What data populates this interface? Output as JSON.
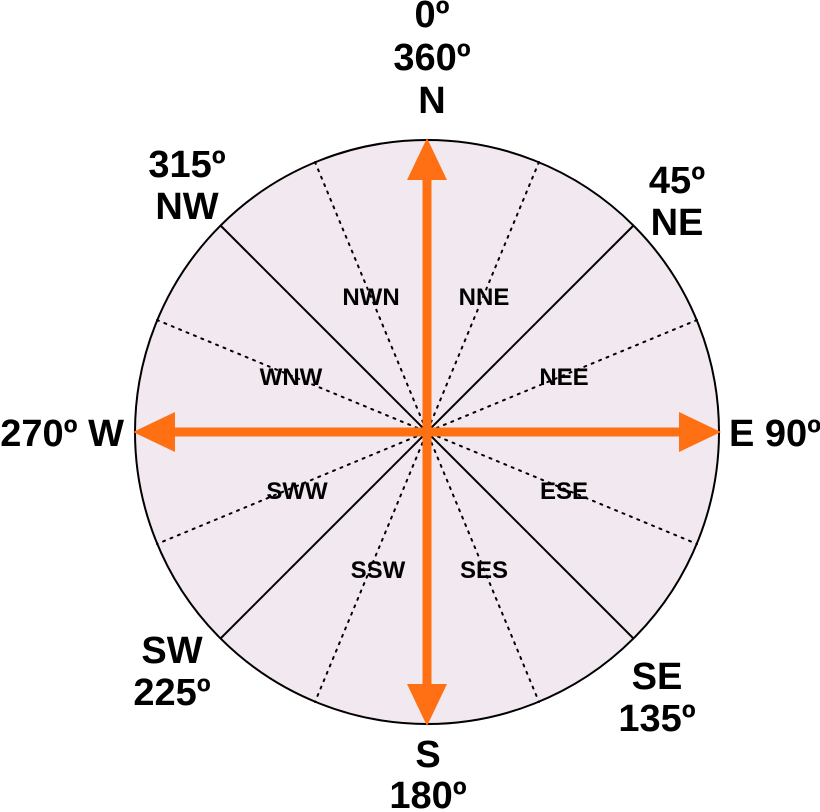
{
  "colors": {
    "disc_fill": "#f2e8f0",
    "disc_stroke": "#000000",
    "arrow": "#ff7014",
    "text": "#000000"
  },
  "north": {
    "deg_top": "0º",
    "deg_360": "360º",
    "dir": "N"
  },
  "east": {
    "text": "E 90º"
  },
  "south": {
    "dir": "S",
    "deg": "180º"
  },
  "west": {
    "text": "270º W"
  },
  "northeast": {
    "deg": "45º",
    "dir": "NE"
  },
  "southeast": {
    "dir": "SE",
    "deg": "135º"
  },
  "southwest": {
    "dir": "SW",
    "deg": "225º"
  },
  "northwest": {
    "deg": "315º",
    "dir": "NW"
  },
  "sectors": {
    "nwn": "NWN",
    "nne": "NNE",
    "wnw": "WNW",
    "nee": "NEE",
    "sww": "SWW",
    "ese": "ESE",
    "ssw": "SSW",
    "ses": "SES"
  }
}
